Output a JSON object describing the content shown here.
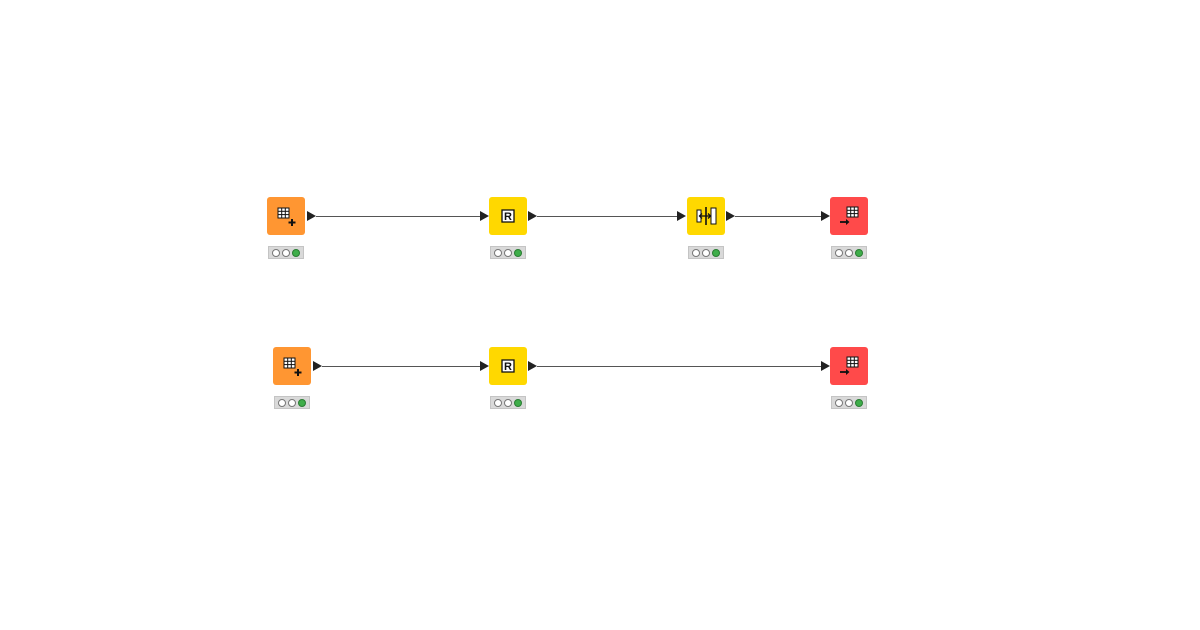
{
  "colors": {
    "source": "#ff9632",
    "manipulator": "#ffd800",
    "sink": "#ff4a4a",
    "connection": "#555555",
    "status_ok": "#3fae4a"
  },
  "workflow": {
    "rows": [
      {
        "nodes": [
          {
            "kind": "source",
            "icon": "table-creator-icon",
            "status": "executed"
          },
          {
            "kind": "manipulator",
            "icon": "r-script-icon",
            "status": "executed"
          },
          {
            "kind": "manipulator",
            "icon": "column-splitter-icon",
            "status": "executed"
          },
          {
            "kind": "sink",
            "icon": "table-writer-icon",
            "status": "executed"
          }
        ]
      },
      {
        "nodes": [
          {
            "kind": "source",
            "icon": "table-creator-icon",
            "status": "executed"
          },
          {
            "kind": "manipulator",
            "icon": "r-script-icon",
            "status": "executed"
          },
          {
            "kind": "sink",
            "icon": "table-writer-icon",
            "status": "executed"
          }
        ]
      }
    ]
  }
}
